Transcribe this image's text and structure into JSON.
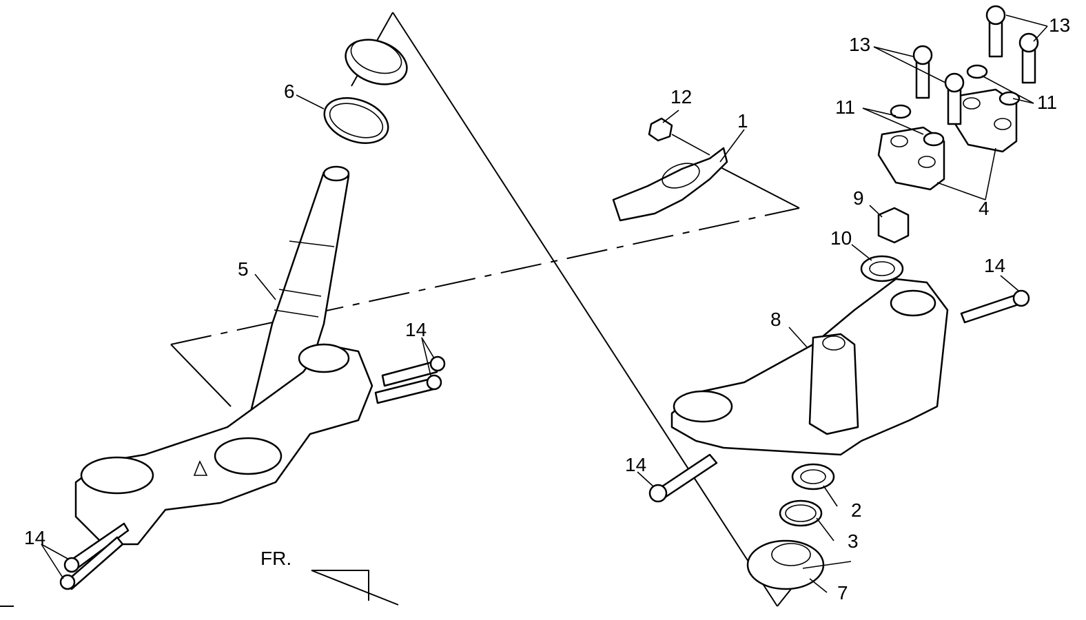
{
  "callouts": [
    {
      "id": "c1",
      "text": "1"
    },
    {
      "id": "c2",
      "text": "2"
    },
    {
      "id": "c3",
      "text": "3"
    },
    {
      "id": "c4",
      "text": "4"
    },
    {
      "id": "c5",
      "text": "5"
    },
    {
      "id": "c6",
      "text": "6"
    },
    {
      "id": "c7",
      "text": "7"
    },
    {
      "id": "c8",
      "text": "8"
    },
    {
      "id": "c9",
      "text": "9"
    },
    {
      "id": "c10",
      "text": "10"
    },
    {
      "id": "c11a",
      "text": "11"
    },
    {
      "id": "c11b",
      "text": "11"
    },
    {
      "id": "c12",
      "text": "12"
    },
    {
      "id": "c13a",
      "text": "13"
    },
    {
      "id": "c13b",
      "text": "13"
    },
    {
      "id": "c14a",
      "text": "14"
    },
    {
      "id": "c14b",
      "text": "14"
    },
    {
      "id": "c14c",
      "text": "14"
    },
    {
      "id": "c14d",
      "text": "14"
    }
  ],
  "direction_label": "FR."
}
